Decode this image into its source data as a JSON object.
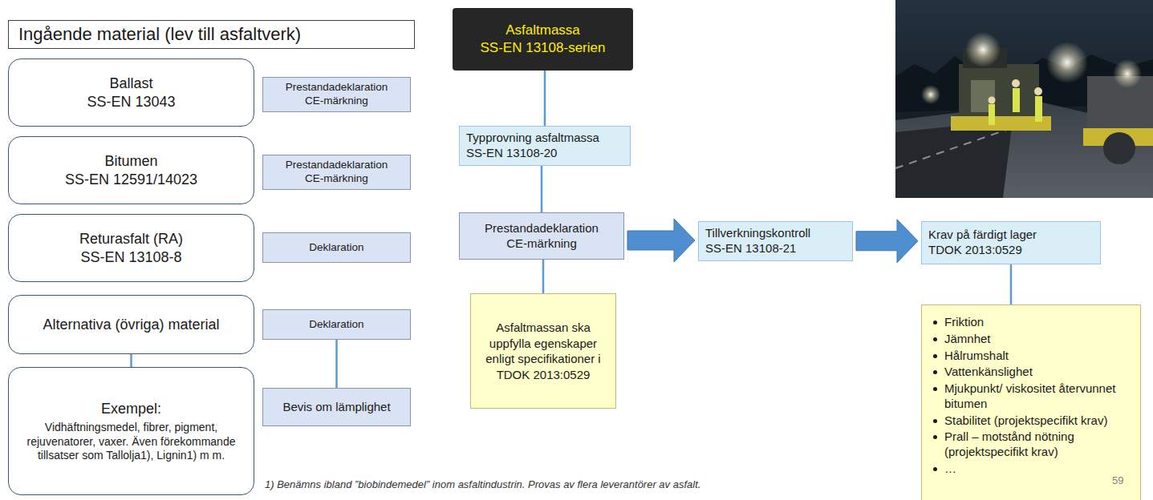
{
  "diagram": {
    "nodes": [
      {
        "text": [
          "Ingående material (lev till asfaltverk)"
        ]
      },
      {
        "text": [
          "Ballast",
          "SS-EN 13043"
        ]
      },
      {
        "text": [
          "Prestandadeklaration",
          "CE-märkning"
        ]
      },
      {
        "text": [
          "Bitumen",
          "SS-EN 12591/14023"
        ]
      },
      {
        "text": [
          "Prestandadeklaration",
          "CE-märkning"
        ]
      },
      {
        "text": [
          "Returasfalt (RA)",
          "SS-EN 13108-8"
        ]
      },
      {
        "text": [
          "Deklaration"
        ]
      },
      {
        "text": [
          "Alternativa (övriga) material"
        ]
      },
      {
        "text": [
          "Deklaration"
        ]
      },
      {
        "text": [
          "Exempel:",
          "Vidhäftningsmedel, fibrer, pigment, rejuvenatorer, vaxer. Även förekommande tillsatser som Tallolja1), Lignin1) m m."
        ]
      },
      {
        "text": [
          "Bevis om lämplighet"
        ]
      },
      {
        "text": [
          "Asfaltmassa",
          "SS-EN 13108-serien"
        ]
      },
      {
        "text": [
          "Typprovning asfaltmassa",
          "SS-EN 13108-20"
        ]
      },
      {
        "text": [
          "Prestandadeklaration",
          "CE-märkning"
        ]
      },
      {
        "text": [
          "Asfaltmassan ska uppfylla egenskaper enligt specifikationer i TDOK 2013:0529"
        ]
      },
      {
        "text": [
          "Tillverkningskontroll",
          "SS-EN 13108-21"
        ]
      },
      {
        "text": [
          "Krav på färdigt lager",
          "TDOK 2013:0529"
        ]
      },
      {
        "text": [
          "Friktion",
          "Jämnhet",
          "Hålrumshalt",
          "Vattenkänslighet",
          "Mjukpunkt/ viskositet återvunnet bitumen",
          "Stabilitet (projektspecifikt krav)",
          "Prall – motstånd nötning (projektspecifikt krav)",
          "…"
        ]
      }
    ],
    "edges": [
      {
        "from": 7,
        "to": 9,
        "arrow": "none"
      },
      {
        "from": 8,
        "to": 10,
        "arrow": "none"
      },
      {
        "from": 11,
        "to": 12,
        "arrow": "none"
      },
      {
        "from": 12,
        "to": 13,
        "arrow": "none"
      },
      {
        "from": 13,
        "to": 14,
        "arrow": "none"
      },
      {
        "from": 13,
        "to": 15,
        "arrow": "to"
      },
      {
        "from": 15,
        "to": 16,
        "arrow": "to"
      },
      {
        "from": 16,
        "to": 17,
        "arrow": "none"
      }
    ],
    "labels": [
      "1) Benämns ibland ”biobindemedel” inom asfaltindustrin. Provas av flera leverantörer av asfalt.",
      "59"
    ]
  }
}
